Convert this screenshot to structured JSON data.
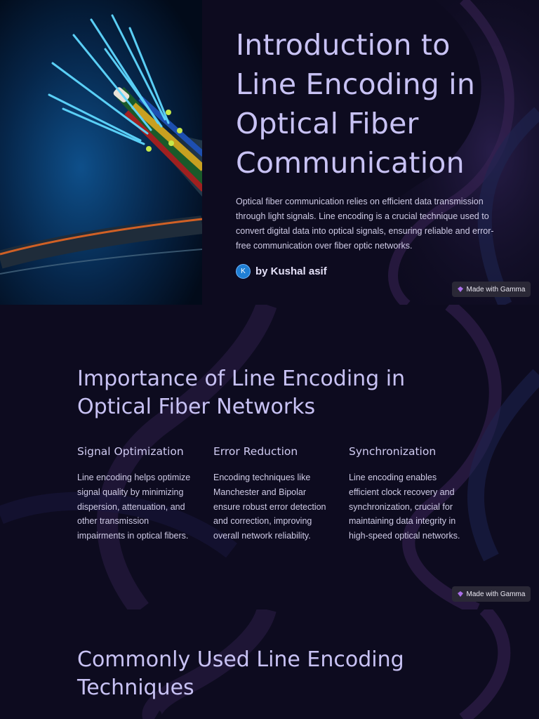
{
  "slide1": {
    "title": "Introduction to Line Encoding in Optical Fiber Communication",
    "intro": " Optical fiber communication relies on efficient data transmission through light signals. Line encoding is a crucial technique used to convert digital data into optical signals, ensuring reliable and error-free communication over fiber optic networks.",
    "author_initial": "K",
    "author": "by Kushal asif",
    "badge": "Made with Gamma"
  },
  "slide2": {
    "title": "Importance of Line Encoding in Optical Fiber Networks",
    "columns": [
      {
        "heading": "Signal Optimization",
        "text": "Line encoding helps optimize signal quality by minimizing dispersion, attenuation, and other transmission impairments in optical fibers."
      },
      {
        "heading": "Error Reduction",
        "text": "Encoding techniques like Manchester and Bipolar ensure robust error detection and correction, improving overall network reliability."
      },
      {
        "heading": "Synchronization",
        "text": "Line encoding enables efficient clock recovery and synchronization, crucial for maintaining data integrity in high-speed optical networks."
      }
    ],
    "badge": "Made with Gamma"
  },
  "slide3": {
    "title": "Commonly Used Line Encoding Techniques"
  },
  "colors": {
    "background": "#0d0b1f",
    "title": "#c8c2f4",
    "body_text": "#cfcbe6",
    "wave_purple": "#3b2456",
    "wave_blue": "#1e2450",
    "fiber_glow": "#5fd8ff"
  }
}
